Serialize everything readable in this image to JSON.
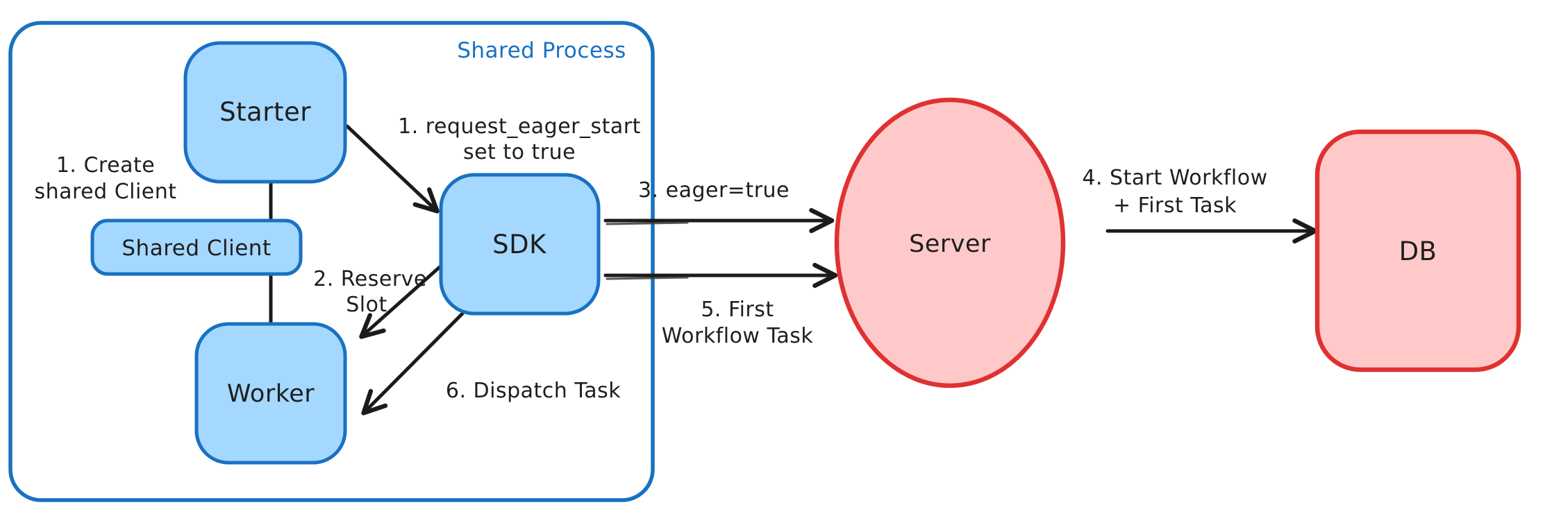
{
  "diagram": {
    "container_label": "Shared Process",
    "nodes": {
      "starter": "Starter",
      "shared_client": "Shared Client",
      "worker": "Worker",
      "sdk": "SDK",
      "server": "Server",
      "db": "DB"
    },
    "annotations": {
      "create_shared_client": {
        "line1": "1. Create",
        "line2": "shared Client"
      },
      "request_eager_start": {
        "line1": "1. request_eager_start",
        "line2": "set to true"
      },
      "reserve_slot": {
        "line1": "2. Reserve",
        "line2": "Slot"
      },
      "eager_true": "3. eager=true",
      "start_workflow": {
        "line1": "4. Start Workflow",
        "line2": "+ First Task"
      },
      "first_workflow_task": {
        "line1": "5. First",
        "line2": "Workflow Task"
      },
      "dispatch_task": "6. Dispatch Task"
    },
    "colors": {
      "blue_stroke": "#1971c2",
      "blue_fill": "#a5d8ff",
      "red_stroke": "#e03131",
      "red_fill": "#ffc9c9",
      "text": "#1e1e1e"
    }
  }
}
